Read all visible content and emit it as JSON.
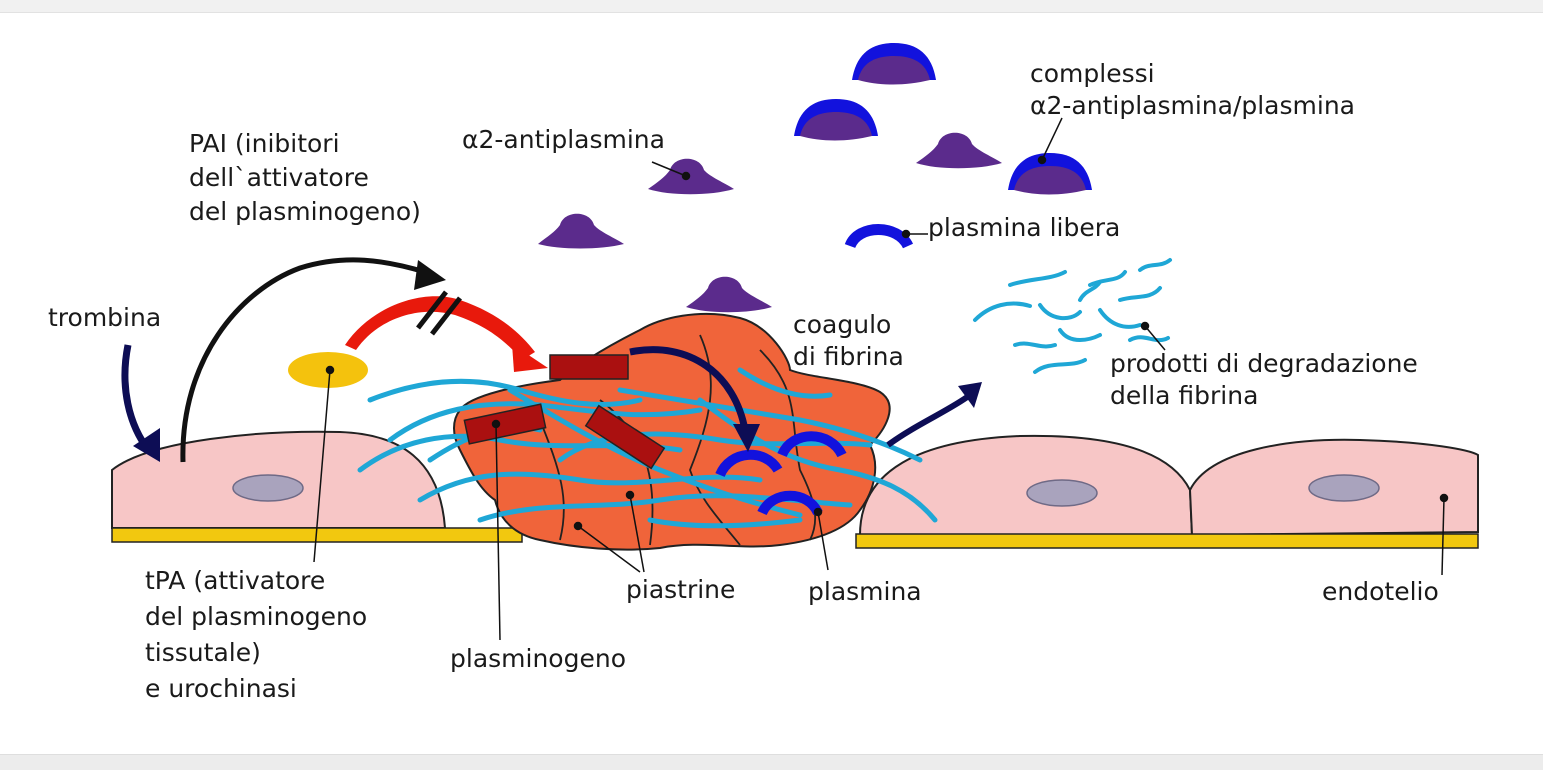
{
  "labels": {
    "pai": [
      "PAI (inibitori",
      "dell`attivatore",
      "del plasminogeno)"
    ],
    "alpha2": "α2-antiplasmina",
    "complessi": [
      "complessi",
      "α2-antiplasmina/plasmina"
    ],
    "plasmina_libera": "plasmina libera",
    "trombina": "trombina",
    "coagulo": [
      "coagulo",
      "di fibrina"
    ],
    "prodotti": [
      "prodotti di degradazione",
      "della fibrina"
    ],
    "tpa": [
      "tPA (attivatore",
      "del plasminogeno",
      "tissutale)",
      "e urochinasi"
    ],
    "piastrine": "piastrine",
    "plasminogeno": "plasminogeno",
    "plasmina": "plasmina",
    "endotelio": "endotelio"
  },
  "colors": {
    "cell_fill": "#f7c6c6",
    "nucleus": "#a9a3bd",
    "membrane": "#f2c80f",
    "clot": "#f0643a",
    "fibrin": "#1fa7d6",
    "plasmin": "#1212dd",
    "antiplasmin": "#5b2b8c",
    "plasminogen": "#aa1010",
    "tpa": "#f4c20d",
    "red_arrow": "#e8190c",
    "dark_arrow": "#0d0d55"
  }
}
